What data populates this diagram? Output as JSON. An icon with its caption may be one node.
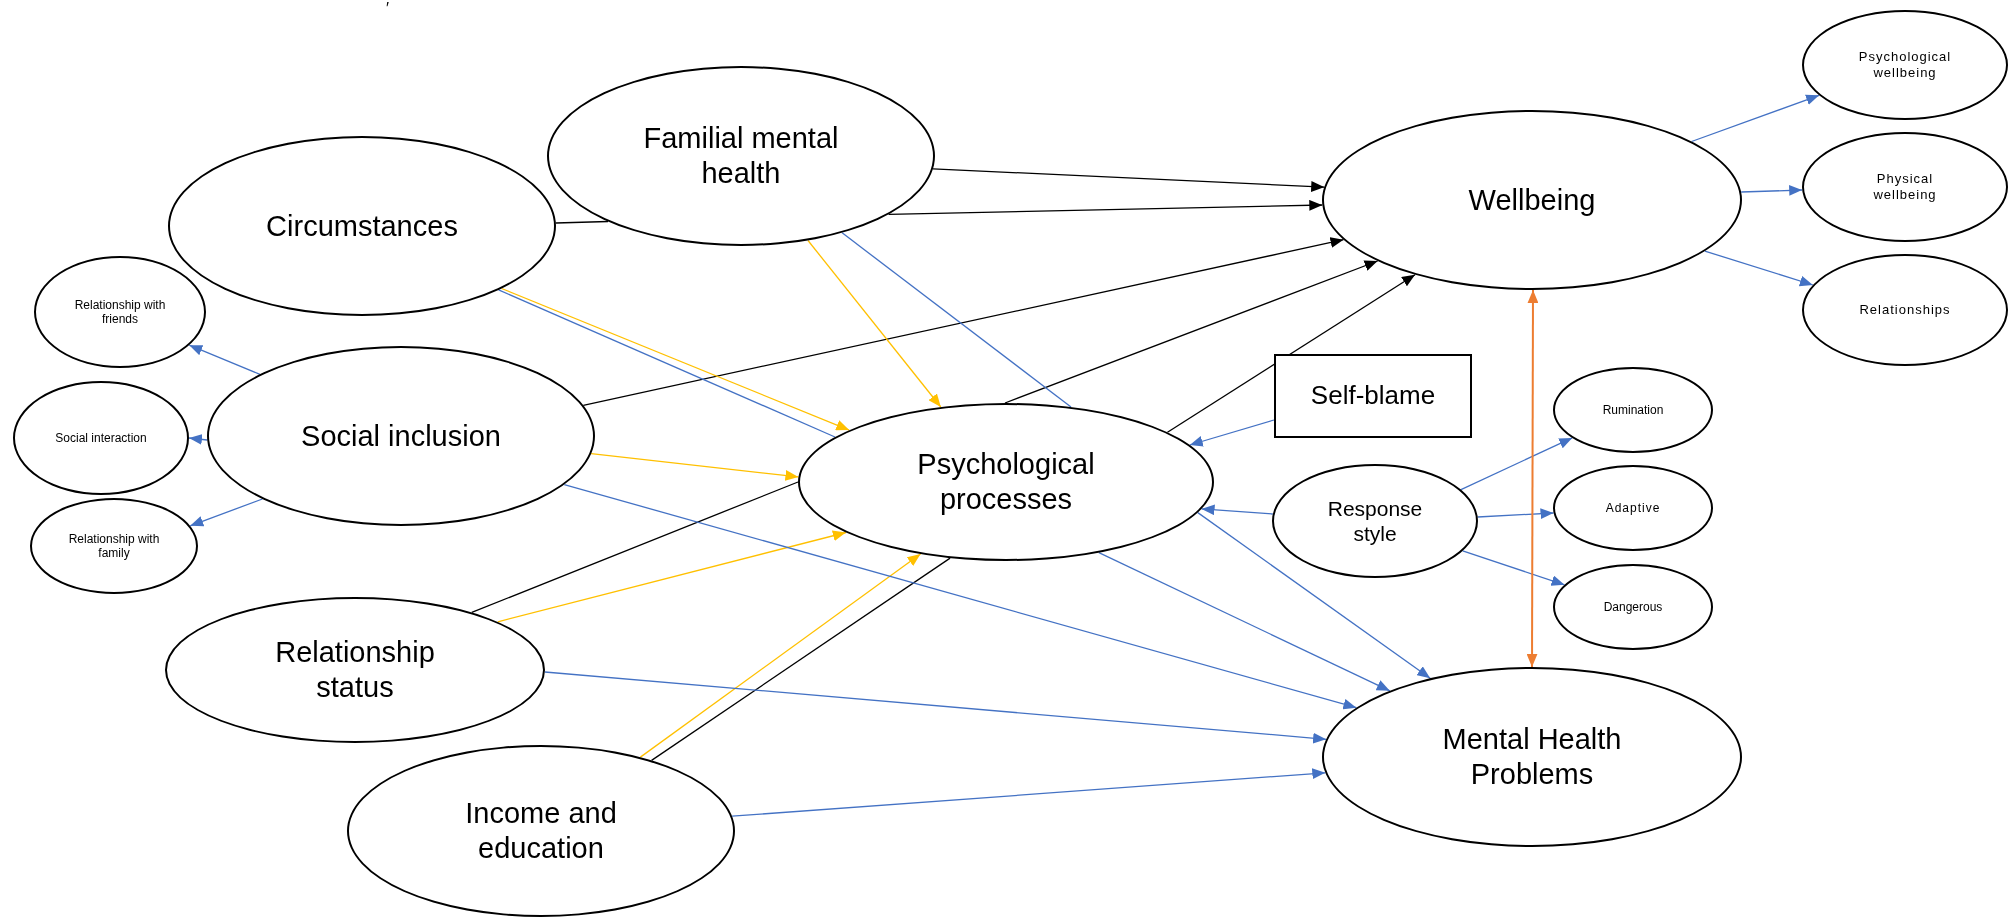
{
  "diagram": {
    "nodes": [
      {
        "text": [
          "Familial mental health"
        ]
      },
      {
        "text": [
          "Circumstances"
        ]
      },
      {
        "text": [
          "Wellbeing"
        ]
      },
      {
        "text": [
          "Psychological wellbeing"
        ]
      },
      {
        "text": [
          "Physical wellbeing"
        ]
      },
      {
        "text": [
          "Relationships"
        ]
      },
      {
        "text": [
          "Relationship with friends"
        ]
      },
      {
        "text": [
          "Social inclusion"
        ]
      },
      {
        "text": [
          "Social interaction"
        ]
      },
      {
        "text": [
          "Relationship with family"
        ]
      },
      {
        "text": [
          "Self-blame"
        ]
      },
      {
        "text": [
          "Psychological processes"
        ]
      },
      {
        "text": [
          "Rumination"
        ]
      },
      {
        "text": [
          "Response style"
        ]
      },
      {
        "text": [
          "Adaptive"
        ]
      },
      {
        "text": [
          "Dangerous"
        ]
      },
      {
        "text": [
          "Relationship status"
        ]
      },
      {
        "text": [
          "Income and education"
        ]
      },
      {
        "text": [
          "Mental Health Problems"
        ]
      }
    ],
    "edges": [
      {
        "from": 0,
        "to": 2,
        "arrow": "to",
        "color": "#000000"
      },
      {
        "from": 1,
        "to": 0,
        "arrow": "none",
        "color": "#000000"
      },
      {
        "from": 0,
        "to": 2,
        "arrow": "to",
        "color": "#000000"
      },
      {
        "from": 7,
        "to": 2,
        "arrow": "to",
        "color": "#000000"
      },
      {
        "from": 16,
        "to": 11,
        "arrow": "none",
        "color": "#000000"
      },
      {
        "from": 11,
        "to": 2,
        "arrow": "to",
        "color": "#000000"
      },
      {
        "from": 17,
        "to": 11,
        "arrow": "none",
        "color": "#000000"
      },
      {
        "from": 11,
        "to": 2,
        "arrow": "to",
        "color": "#000000"
      },
      {
        "from": 1,
        "to": 11,
        "arrow": "to",
        "color": "#ffc000"
      },
      {
        "from": 0,
        "to": 11,
        "arrow": "to",
        "color": "#ffc000"
      },
      {
        "from": 7,
        "to": 11,
        "arrow": "to",
        "color": "#ffc000"
      },
      {
        "from": 16,
        "to": 11,
        "arrow": "to",
        "color": "#ffc000"
      },
      {
        "from": 17,
        "to": 11,
        "arrow": "to",
        "color": "#ffc000"
      },
      {
        "from": 1,
        "to": 11,
        "arrow": "none"
      },
      {
        "from": 11,
        "to": 18,
        "arrow": "to"
      },
      {
        "from": 0,
        "to": 11,
        "arrow": "none"
      },
      {
        "from": 11,
        "to": 18,
        "arrow": "to"
      },
      {
        "from": 7,
        "to": 18,
        "arrow": "to"
      },
      {
        "from": 16,
        "to": 18,
        "arrow": "to"
      },
      {
        "from": 17,
        "to": 18,
        "arrow": "to"
      },
      {
        "from": 7,
        "to": 6,
        "arrow": "to"
      },
      {
        "from": 7,
        "to": 8,
        "arrow": "to"
      },
      {
        "from": 7,
        "to": 9,
        "arrow": "to"
      },
      {
        "from": 10,
        "to": 11,
        "arrow": "to"
      },
      {
        "from": 13,
        "to": 11,
        "arrow": "to"
      },
      {
        "from": 13,
        "to": 12,
        "arrow": "to"
      },
      {
        "from": 13,
        "to": 14,
        "arrow": "to"
      },
      {
        "from": 13,
        "to": 15,
        "arrow": "to"
      },
      {
        "from": 2,
        "to": 3,
        "arrow": "to"
      },
      {
        "from": 2,
        "to": 4,
        "arrow": "to"
      },
      {
        "from": 2,
        "to": 5,
        "arrow": "to"
      },
      {
        "from": 2,
        "to": 18,
        "arrow": "both",
        "color": "#ed7d31"
      }
    ],
    "labels": [
      "′"
    ]
  }
}
